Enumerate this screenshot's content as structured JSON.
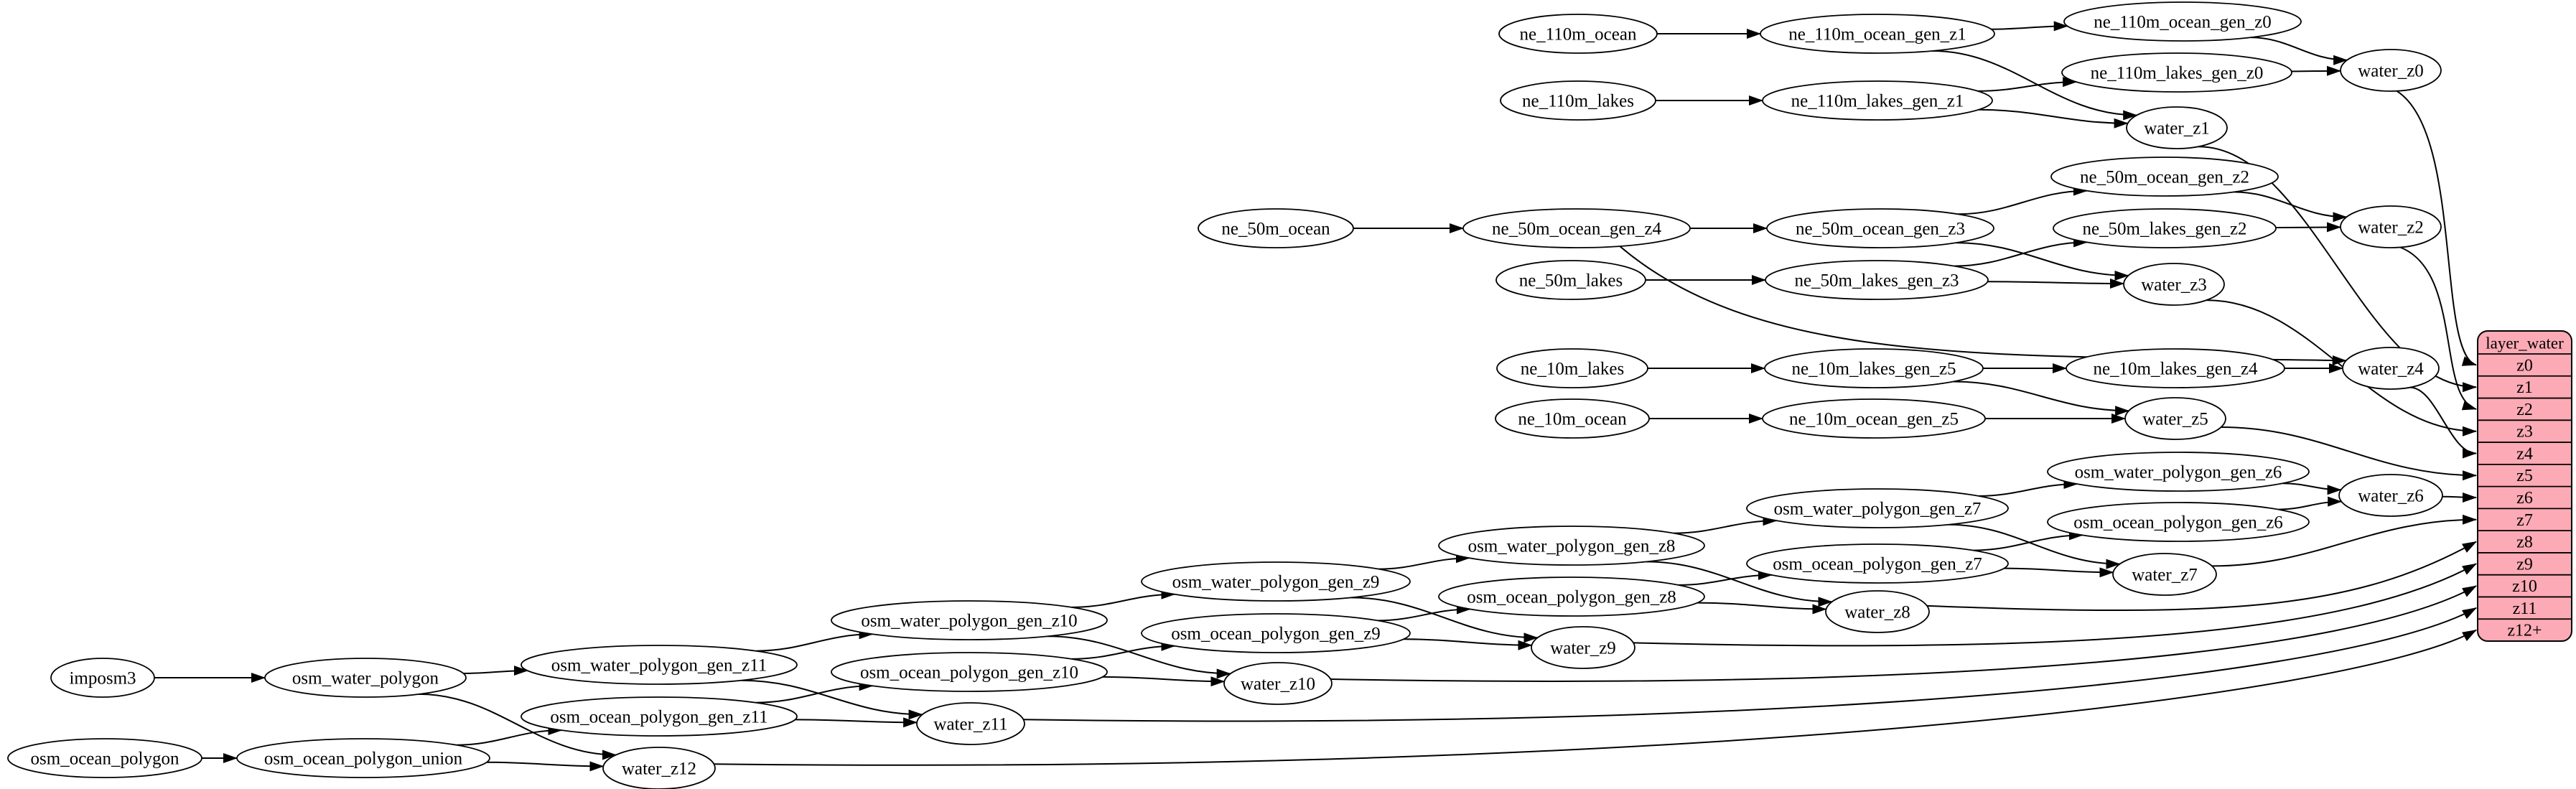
{
  "diagram": {
    "background": "#ffffff",
    "node_fill": "#ffffff",
    "node_stroke": "#000000",
    "edge_color": "#000000",
    "table": {
      "title": "layer_water",
      "fill": "#fcaab5",
      "stroke": "#000000",
      "rows": [
        "z0",
        "z1",
        "z2",
        "z3",
        "z4",
        "z5",
        "z6",
        "z7",
        "z8",
        "z9",
        "z10",
        "z11",
        "z12+"
      ]
    },
    "nodes": [
      {
        "id": "ne_110m_ocean",
        "label": "ne_110m_ocean"
      },
      {
        "id": "ne_110m_ocean_gen_z1",
        "label": "ne_110m_ocean_gen_z1"
      },
      {
        "id": "ne_110m_ocean_gen_z0",
        "label": "ne_110m_ocean_gen_z0"
      },
      {
        "id": "ne_110m_lakes",
        "label": "ne_110m_lakes"
      },
      {
        "id": "ne_110m_lakes_gen_z1",
        "label": "ne_110m_lakes_gen_z1"
      },
      {
        "id": "ne_110m_lakes_gen_z0",
        "label": "ne_110m_lakes_gen_z0"
      },
      {
        "id": "water_z0",
        "label": "water_z0"
      },
      {
        "id": "water_z1",
        "label": "water_z1"
      },
      {
        "id": "ne_50m_ocean",
        "label": "ne_50m_ocean"
      },
      {
        "id": "ne_50m_ocean_gen_z4",
        "label": "ne_50m_ocean_gen_z4"
      },
      {
        "id": "ne_50m_ocean_gen_z3",
        "label": "ne_50m_ocean_gen_z3"
      },
      {
        "id": "ne_50m_ocean_gen_z2",
        "label": "ne_50m_ocean_gen_z2"
      },
      {
        "id": "ne_50m_lakes",
        "label": "ne_50m_lakes"
      },
      {
        "id": "ne_50m_lakes_gen_z3",
        "label": "ne_50m_lakes_gen_z3"
      },
      {
        "id": "ne_50m_lakes_gen_z2",
        "label": "ne_50m_lakes_gen_z2"
      },
      {
        "id": "water_z2",
        "label": "water_z2"
      },
      {
        "id": "water_z3",
        "label": "water_z3"
      },
      {
        "id": "ne_10m_lakes",
        "label": "ne_10m_lakes"
      },
      {
        "id": "ne_10m_lakes_gen_z5",
        "label": "ne_10m_lakes_gen_z5"
      },
      {
        "id": "ne_10m_lakes_gen_z4",
        "label": "ne_10m_lakes_gen_z4"
      },
      {
        "id": "water_z4",
        "label": "water_z4"
      },
      {
        "id": "ne_10m_ocean",
        "label": "ne_10m_ocean"
      },
      {
        "id": "ne_10m_ocean_gen_z5",
        "label": "ne_10m_ocean_gen_z5"
      },
      {
        "id": "water_z5",
        "label": "water_z5"
      },
      {
        "id": "osm_water_polygon_gen_z6",
        "label": "osm_water_polygon_gen_z6"
      },
      {
        "id": "osm_ocean_polygon_gen_z6",
        "label": "osm_ocean_polygon_gen_z6"
      },
      {
        "id": "water_z6",
        "label": "water_z6"
      },
      {
        "id": "osm_water_polygon_gen_z7",
        "label": "osm_water_polygon_gen_z7"
      },
      {
        "id": "osm_ocean_polygon_gen_z7",
        "label": "osm_ocean_polygon_gen_z7"
      },
      {
        "id": "water_z7",
        "label": "water_z7"
      },
      {
        "id": "osm_water_polygon_gen_z8",
        "label": "osm_water_polygon_gen_z8"
      },
      {
        "id": "osm_ocean_polygon_gen_z8",
        "label": "osm_ocean_polygon_gen_z8"
      },
      {
        "id": "water_z8",
        "label": "water_z8"
      },
      {
        "id": "osm_water_polygon_gen_z9",
        "label": "osm_water_polygon_gen_z9"
      },
      {
        "id": "osm_ocean_polygon_gen_z9",
        "label": "osm_ocean_polygon_gen_z9"
      },
      {
        "id": "water_z9",
        "label": "water_z9"
      },
      {
        "id": "osm_water_polygon_gen_z10",
        "label": "osm_water_polygon_gen_z10"
      },
      {
        "id": "osm_ocean_polygon_gen_z10",
        "label": "osm_ocean_polygon_gen_z10"
      },
      {
        "id": "water_z10",
        "label": "water_z10"
      },
      {
        "id": "osm_water_polygon_gen_z11",
        "label": "osm_water_polygon_gen_z11"
      },
      {
        "id": "osm_ocean_polygon_gen_z11",
        "label": "osm_ocean_polygon_gen_z11"
      },
      {
        "id": "water_z11",
        "label": "water_z11"
      },
      {
        "id": "imposm3",
        "label": "imposm3"
      },
      {
        "id": "osm_water_polygon",
        "label": "osm_water_polygon"
      },
      {
        "id": "osm_ocean_polygon",
        "label": "osm_ocean_polygon"
      },
      {
        "id": "osm_ocean_polygon_union",
        "label": "osm_ocean_polygon_union"
      },
      {
        "id": "water_z12",
        "label": "water_z12"
      }
    ],
    "edges": [
      {
        "from": "ne_110m_ocean",
        "to": "ne_110m_ocean_gen_z1"
      },
      {
        "from": "ne_110m_ocean_gen_z1",
        "to": "ne_110m_ocean_gen_z0"
      },
      {
        "from": "ne_110m_ocean_gen_z1",
        "to": "water_z1"
      },
      {
        "from": "ne_110m_ocean_gen_z0",
        "to": "water_z0"
      },
      {
        "from": "ne_110m_lakes",
        "to": "ne_110m_lakes_gen_z1"
      },
      {
        "from": "ne_110m_lakes_gen_z1",
        "to": "ne_110m_lakes_gen_z0"
      },
      {
        "from": "ne_110m_lakes_gen_z1",
        "to": "water_z1"
      },
      {
        "from": "ne_110m_lakes_gen_z0",
        "to": "water_z0"
      },
      {
        "from": "ne_50m_ocean",
        "to": "ne_50m_ocean_gen_z4"
      },
      {
        "from": "ne_50m_ocean_gen_z4",
        "to": "ne_50m_ocean_gen_z3"
      },
      {
        "from": "ne_50m_ocean_gen_z4",
        "to": "water_z4"
      },
      {
        "from": "ne_50m_ocean_gen_z3",
        "to": "ne_50m_ocean_gen_z2"
      },
      {
        "from": "ne_50m_ocean_gen_z3",
        "to": "water_z3"
      },
      {
        "from": "ne_50m_ocean_gen_z2",
        "to": "water_z2"
      },
      {
        "from": "ne_50m_lakes",
        "to": "ne_50m_lakes_gen_z3"
      },
      {
        "from": "ne_50m_lakes_gen_z3",
        "to": "ne_50m_lakes_gen_z2"
      },
      {
        "from": "ne_50m_lakes_gen_z3",
        "to": "water_z3"
      },
      {
        "from": "ne_50m_lakes_gen_z2",
        "to": "water_z2"
      },
      {
        "from": "ne_10m_lakes",
        "to": "ne_10m_lakes_gen_z5"
      },
      {
        "from": "ne_10m_lakes_gen_z5",
        "to": "ne_10m_lakes_gen_z4"
      },
      {
        "from": "ne_10m_lakes_gen_z5",
        "to": "water_z5"
      },
      {
        "from": "ne_10m_lakes_gen_z4",
        "to": "water_z4"
      },
      {
        "from": "ne_10m_ocean",
        "to": "ne_10m_ocean_gen_z5"
      },
      {
        "from": "ne_10m_ocean_gen_z5",
        "to": "water_z5"
      },
      {
        "from": "osm_water_polygon_gen_z7",
        "to": "osm_water_polygon_gen_z6"
      },
      {
        "from": "osm_water_polygon_gen_z6",
        "to": "water_z6"
      },
      {
        "from": "osm_ocean_polygon_gen_z7",
        "to": "osm_ocean_polygon_gen_z6"
      },
      {
        "from": "osm_ocean_polygon_gen_z6",
        "to": "water_z6"
      },
      {
        "from": "osm_water_polygon_gen_z7",
        "to": "water_z7"
      },
      {
        "from": "osm_ocean_polygon_gen_z7",
        "to": "water_z7"
      },
      {
        "from": "osm_water_polygon_gen_z8",
        "to": "osm_water_polygon_gen_z7"
      },
      {
        "from": "osm_ocean_polygon_gen_z8",
        "to": "osm_ocean_polygon_gen_z7"
      },
      {
        "from": "osm_water_polygon_gen_z8",
        "to": "water_z8"
      },
      {
        "from": "osm_ocean_polygon_gen_z8",
        "to": "water_z8"
      },
      {
        "from": "osm_water_polygon_gen_z9",
        "to": "osm_water_polygon_gen_z8"
      },
      {
        "from": "osm_ocean_polygon_gen_z9",
        "to": "osm_ocean_polygon_gen_z8"
      },
      {
        "from": "osm_water_polygon_gen_z9",
        "to": "water_z9"
      },
      {
        "from": "osm_ocean_polygon_gen_z9",
        "to": "water_z9"
      },
      {
        "from": "osm_water_polygon_gen_z10",
        "to": "osm_water_polygon_gen_z9"
      },
      {
        "from": "osm_ocean_polygon_gen_z10",
        "to": "osm_ocean_polygon_gen_z9"
      },
      {
        "from": "osm_water_polygon_gen_z10",
        "to": "water_z10"
      },
      {
        "from": "osm_ocean_polygon_gen_z10",
        "to": "water_z10"
      },
      {
        "from": "osm_water_polygon_gen_z11",
        "to": "osm_water_polygon_gen_z10"
      },
      {
        "from": "osm_ocean_polygon_gen_z11",
        "to": "osm_ocean_polygon_gen_z10"
      },
      {
        "from": "osm_water_polygon_gen_z11",
        "to": "water_z11"
      },
      {
        "from": "osm_ocean_polygon_gen_z11",
        "to": "water_z11"
      },
      {
        "from": "imposm3",
        "to": "osm_water_polygon"
      },
      {
        "from": "osm_water_polygon",
        "to": "osm_water_polygon_gen_z11"
      },
      {
        "from": "osm_water_polygon",
        "to": "water_z12"
      },
      {
        "from": "osm_ocean_polygon",
        "to": "osm_ocean_polygon_union"
      },
      {
        "from": "osm_ocean_polygon_union",
        "to": "osm_ocean_polygon_gen_z11"
      },
      {
        "from": "osm_ocean_polygon_union",
        "to": "water_z12"
      },
      {
        "from": "water_z0",
        "to": "layer_water.z0"
      },
      {
        "from": "water_z1",
        "to": "layer_water.z1"
      },
      {
        "from": "water_z2",
        "to": "layer_water.z2"
      },
      {
        "from": "water_z3",
        "to": "layer_water.z3"
      },
      {
        "from": "water_z4",
        "to": "layer_water.z4"
      },
      {
        "from": "water_z5",
        "to": "layer_water.z5"
      },
      {
        "from": "water_z6",
        "to": "layer_water.z6"
      },
      {
        "from": "water_z7",
        "to": "layer_water.z7"
      },
      {
        "from": "water_z8",
        "to": "layer_water.z8"
      },
      {
        "from": "water_z9",
        "to": "layer_water.z9"
      },
      {
        "from": "water_z10",
        "to": "layer_water.z10"
      },
      {
        "from": "water_z11",
        "to": "layer_water.z11"
      },
      {
        "from": "water_z12",
        "to": "layer_water.z12+"
      }
    ]
  }
}
